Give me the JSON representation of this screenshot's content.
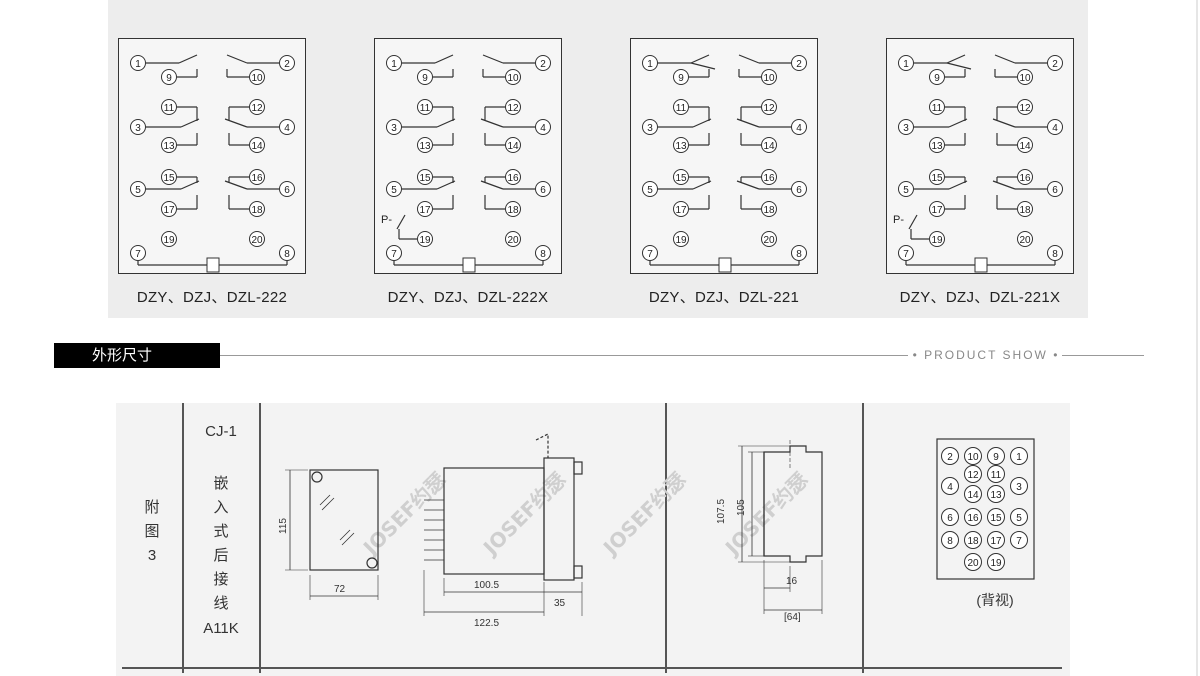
{
  "wiring_diagrams": [
    {
      "model": "DZY、DZJ、DZL-222",
      "variant": "222"
    },
    {
      "model": "DZY、DZJ、DZL-222X",
      "variant": "222X"
    },
    {
      "model": "DZY、DZJ、DZL-221",
      "variant": "221"
    },
    {
      "model": "DZY、DZJ、DZL-221X",
      "variant": "221X"
    }
  ],
  "terminals": {
    "left_outer": [
      "1",
      "3",
      "5",
      "7"
    ],
    "right_outer": [
      "2",
      "4",
      "6",
      "8"
    ],
    "inner_left": [
      "9",
      "11",
      "13",
      "15",
      "17",
      "19"
    ],
    "inner_right": [
      "10",
      "12",
      "14",
      "16",
      "18",
      "20"
    ],
    "p_label": "P-"
  },
  "section": {
    "title": "外形尺寸",
    "subtitle": "• PRODUCT SHOW •"
  },
  "dimension_table": {
    "figure_label": [
      "附",
      "图",
      "3"
    ],
    "type_code": "CJ-1",
    "mount_desc": [
      "嵌",
      "入",
      "式",
      "后",
      "接",
      "线"
    ],
    "terminal_code": "A11K",
    "front": {
      "height": "115",
      "width": "72"
    },
    "side": {
      "depth": "100.5",
      "total": "122.5",
      "front_depth": "35"
    },
    "cutout": {
      "outer": "107.5",
      "inner": "105",
      "width_small": "16",
      "width_large": "[64]"
    },
    "back_view_label": "(背视)",
    "back_view_rows": [
      [
        "2",
        "10",
        "9",
        "1"
      ],
      [
        "",
        "12",
        "11",
        ""
      ],
      [
        "4",
        "14",
        "13",
        "3"
      ],
      [
        "6",
        "16",
        "15",
        "5"
      ],
      [
        "8",
        "18",
        "17",
        "7"
      ],
      [
        "",
        "20",
        "19",
        ""
      ]
    ],
    "watermark": "JOSEF约瑟"
  }
}
